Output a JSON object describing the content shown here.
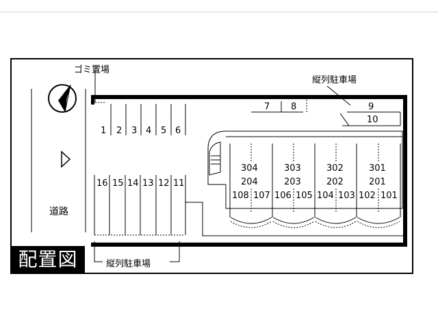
{
  "labels": {
    "garbage": "ゴミ置場",
    "tandem_top": "縦列駐車場",
    "tandem_bottom": "縦列駐車場",
    "road": "道路",
    "title": "配置図"
  },
  "parking_top": [
    "1",
    "2",
    "3",
    "4",
    "5",
    "6"
  ],
  "parking_bottom": [
    "16",
    "15",
    "14",
    "13",
    "12",
    "11"
  ],
  "parking_mid": [
    "7",
    "8"
  ],
  "parking_right": [
    "9",
    "10"
  ],
  "units": [
    {
      "upper": "304",
      "middle": "204",
      "left": "108",
      "right": "107"
    },
    {
      "upper": "303",
      "middle": "203",
      "left": "106",
      "right": "105"
    },
    {
      "upper": "302",
      "middle": "202",
      "left": "104",
      "right": "103"
    },
    {
      "upper": "301",
      "middle": "201",
      "left": "102",
      "right": "101"
    }
  ]
}
